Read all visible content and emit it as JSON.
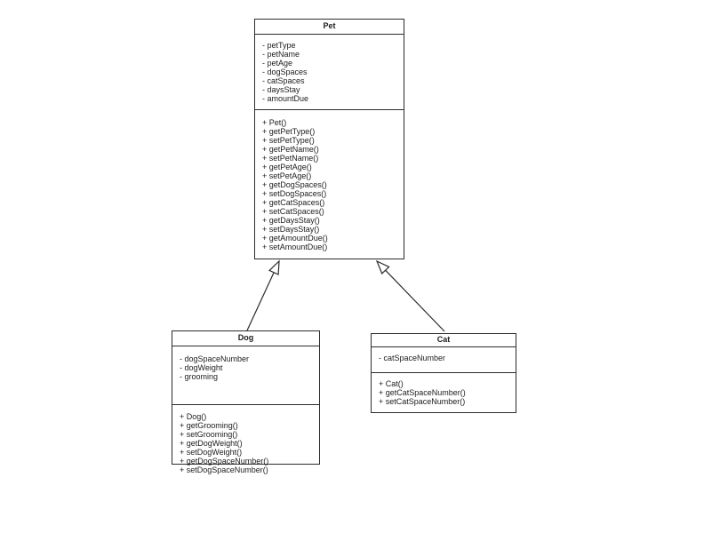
{
  "diagram": {
    "type": "uml-class-diagram",
    "classes": {
      "pet": {
        "name": "Pet",
        "attributes": [
          "- petType",
          "- petName",
          "- petAge",
          "- dogSpaces",
          "- catSpaces",
          "- daysStay",
          "- amountDue"
        ],
        "methods": [
          "+ Pet()",
          "+ getPetType()",
          "+ setPetType()",
          "+ getPetName()",
          "+ setPetName()",
          "+ getPetAge()",
          "+ setPetAge()",
          "+ getDogSpaces()",
          "+ setDogSpaces()",
          "+ getCatSpaces()",
          "+ setCatSpaces()",
          "+ getDaysStay()",
          "+ setDaysStay()",
          "+ getAmountDue()",
          "+ setAmountDue()"
        ]
      },
      "dog": {
        "name": "Dog",
        "attributes": [
          "- dogSpaceNumber",
          "- dogWeight",
          "- grooming"
        ],
        "methods": [
          "+ Dog()",
          "+ getGrooming()",
          "+ setGrooming()",
          "+ getDogWeight()",
          "+ setDogWeight()",
          "+ getDogSpaceNumber()",
          "+ setDogSpaceNumber()"
        ]
      },
      "cat": {
        "name": "Cat",
        "attributes": [
          "- catSpaceNumber"
        ],
        "methods": [
          "+ Cat()",
          "+ getCatSpaceNumber()",
          "+ setCatSpaceNumber()"
        ]
      }
    },
    "relationships": [
      {
        "from": "Dog",
        "to": "Pet",
        "type": "generalization"
      },
      {
        "from": "Cat",
        "to": "Pet",
        "type": "generalization"
      }
    ],
    "colors": {
      "background": "#ffffff",
      "box_fill": "#ffffff",
      "line": "#2b2b2b",
      "text": "#1c1c1c"
    }
  }
}
